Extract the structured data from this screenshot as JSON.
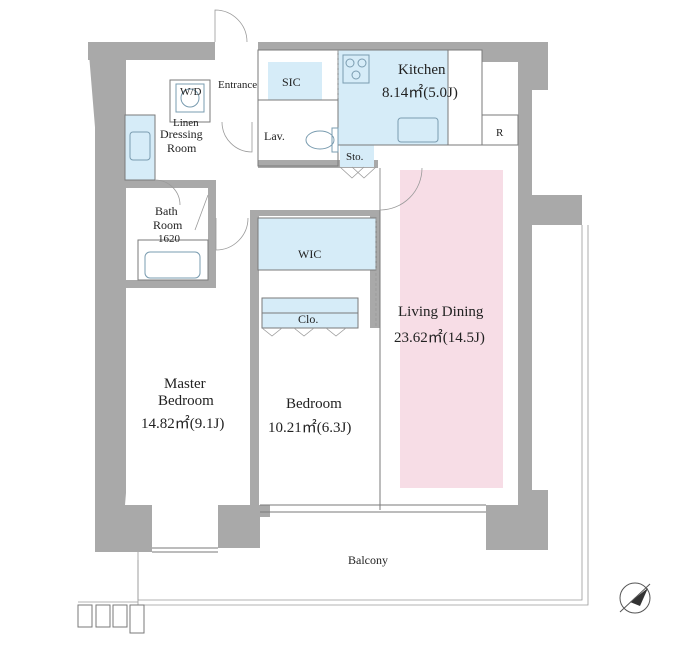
{
  "colors": {
    "wall": "#a9a9a9",
    "living_highlight": "#f7dde6",
    "storage_fill": "#d6ecf8",
    "fixture_stroke": "#7a9cb0",
    "line": "#7a7a7a"
  },
  "rooms": {
    "entrance": "Entrance",
    "sic": "SIC",
    "kitchen_name": "Kitchen",
    "kitchen_area": "8.14㎡(5.0J)",
    "wd": "W/D",
    "linen": "Linen",
    "dressing_room_1": "Dressing",
    "dressing_room_2": "Room",
    "lav": "Lav.",
    "sto": "Sto.",
    "refrigerator": "R",
    "bath_1": "Bath",
    "bath_2": "Room",
    "bath_3": "1620",
    "wic": "WIC",
    "clo": "Clo.",
    "living_name": "Living Dining",
    "living_area": "23.62㎡(14.5J)",
    "master_1": "Master",
    "master_2": "Bedroom",
    "master_area": "14.82㎡(9.1J)",
    "bedroom_name": "Bedroom",
    "bedroom_area": "10.21㎡(6.3J)",
    "balcony": "Balcony"
  },
  "icons": [
    "compass-icon",
    "stove-icon",
    "bathtub-icon",
    "toilet-icon",
    "sink-icon",
    "washer-icon"
  ]
}
